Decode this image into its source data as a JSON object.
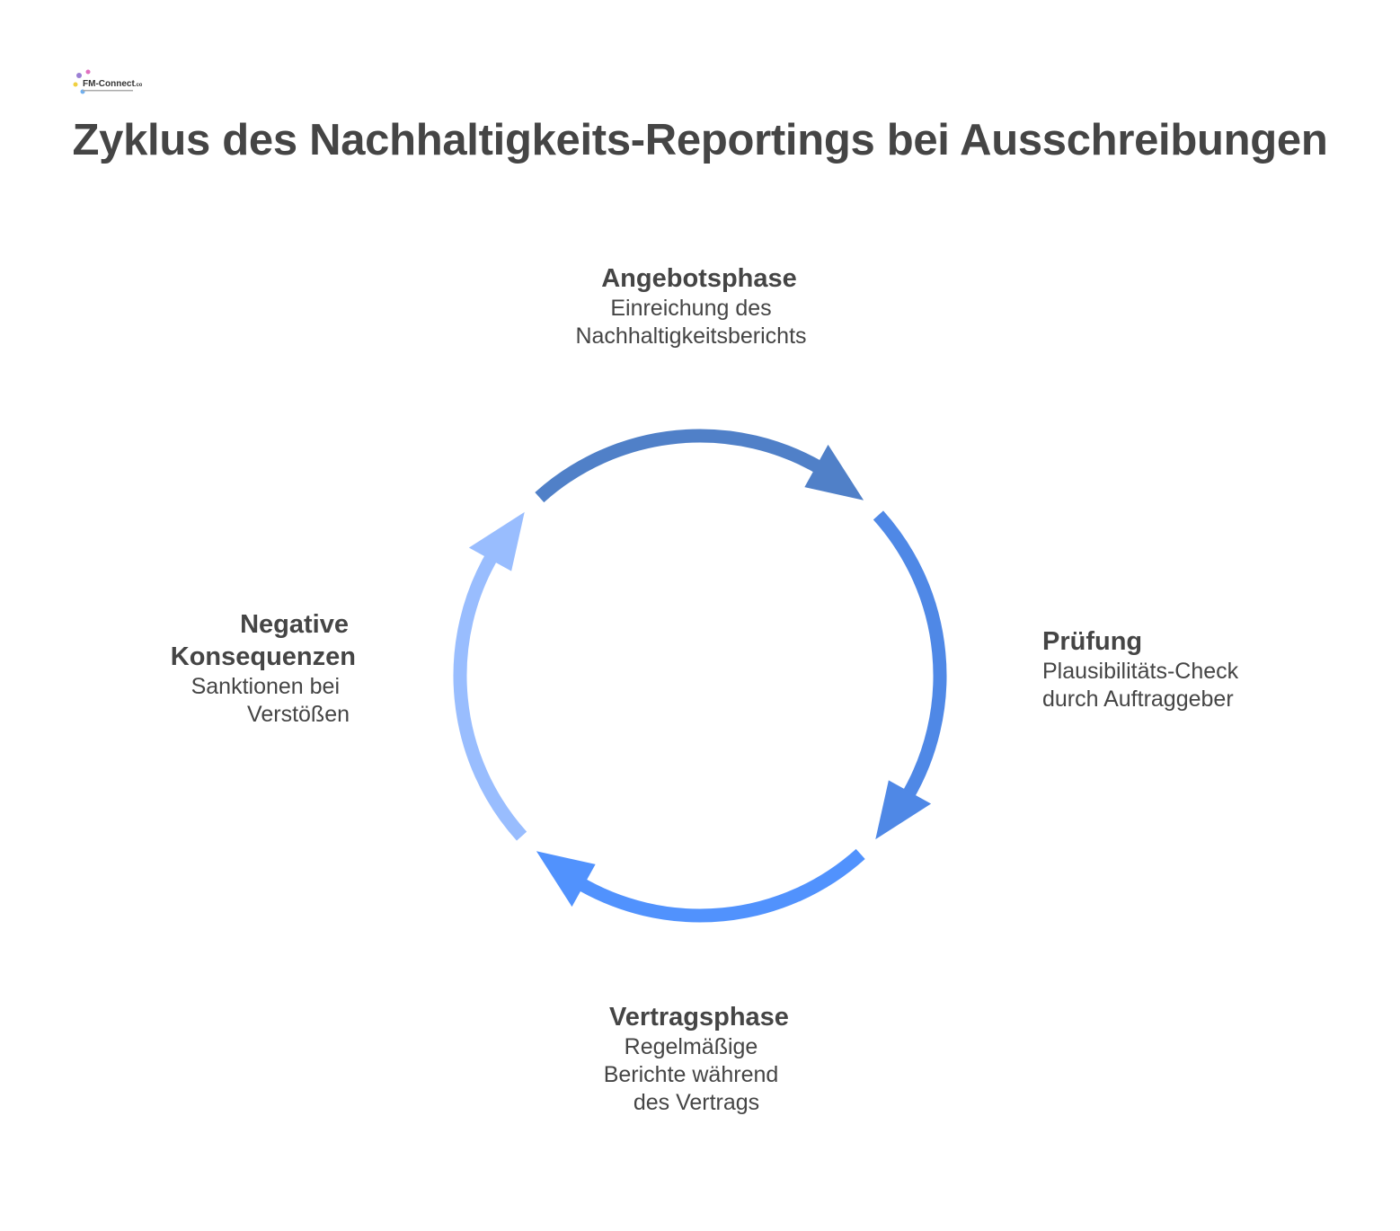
{
  "logo": {
    "text": "FM-Connect.com"
  },
  "title": "Zyklus des Nachhaltigkeits-Reportings bei Ausschreibungen",
  "stages": [
    {
      "title": "Angebotsphase",
      "lines": [
        "Einreichung des",
        "Nachhaltigkeitsberichts"
      ],
      "color": "#5080c8"
    },
    {
      "title": "Prüfung",
      "lines": [
        "Plausibilitäts-Check",
        "durch Auftraggeber"
      ],
      "color": "#4f88e6"
    },
    {
      "title": "Vertragsphase",
      "lines": [
        "Regelmäßige",
        "Berichte während",
        "des Vertrags"
      ],
      "color": "#5192fd"
    },
    {
      "title": "Negative Konsequenzen",
      "title_lines": [
        "Negative",
        "Konsequenzen"
      ],
      "lines": [
        "Sanktionen bei",
        "Verstößen"
      ],
      "color": "#99bdfe"
    }
  ]
}
